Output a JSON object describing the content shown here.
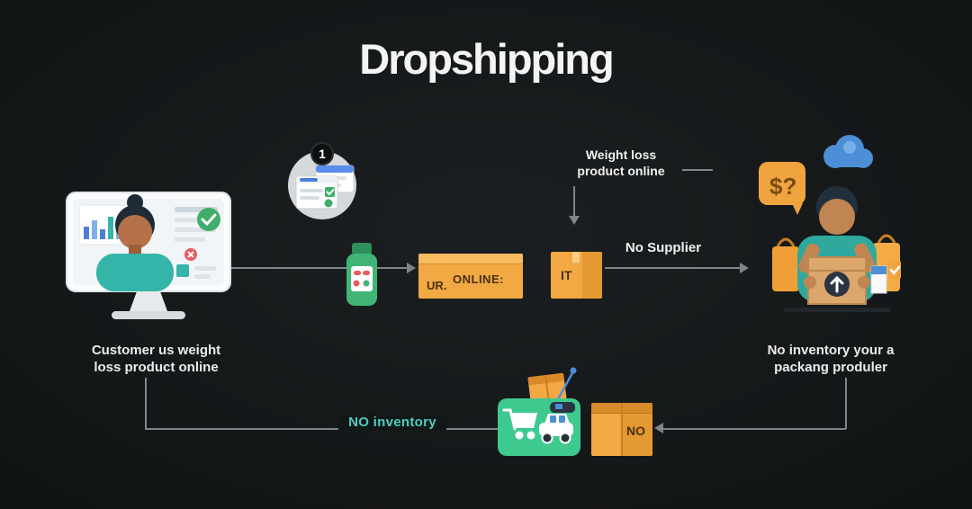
{
  "title": "Dropshipping",
  "flow": {
    "customer_caption_line1": "Customer us weight",
    "customer_caption_line2": "loss product online",
    "step_badge": "1",
    "order_box_small_label": "UR.",
    "order_box_label": "ONLINE:",
    "package_box_label": "IT",
    "product_label_line1": "Weight loss",
    "product_label_line2": "product online",
    "supplier_label": "No Supplier",
    "money_bubble": "$?",
    "packer_caption_line1": "No inventory your a",
    "packer_caption_line2": "packang produler",
    "inventory_label": "NO inventory",
    "return_box_label": "NO"
  },
  "colors": {
    "background": "#141718",
    "accent_orange": "#f2a943",
    "accent_teal": "#4ecdc4",
    "accent_green": "#3ec98f",
    "accent_blue": "#4d8fd6",
    "arrow_gray": "#7f868b",
    "text": "#ececec"
  },
  "icons": [
    "browser-windows-icon",
    "checkmark-icon",
    "pill-bottle-icon",
    "cloud-icon",
    "dollar-bubble-icon",
    "cart-delivery-icon",
    "package-box-icon"
  ]
}
